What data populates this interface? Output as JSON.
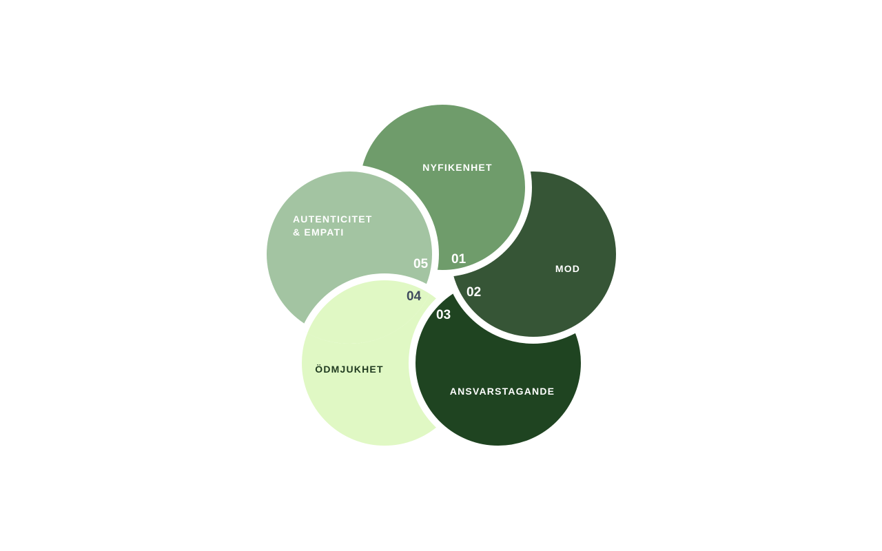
{
  "diagram": {
    "items": [
      {
        "number": "01",
        "label": "NYFIKENHET",
        "color": "#6f9c6b",
        "text_color": "#ffffff",
        "number_color": "#ffffff"
      },
      {
        "number": "02",
        "label": "MOD",
        "color": "#365536",
        "text_color": "#ffffff",
        "number_color": "#ffffff"
      },
      {
        "number": "03",
        "label": "ANSVARSTAGANDE",
        "color": "#1f4421",
        "text_color": "#ffffff",
        "number_color": "#ffffff"
      },
      {
        "number": "04",
        "label": "ÖDMJUKHET",
        "color": "#e0f8c4",
        "text_color": "#1f3a1f",
        "number_color": "#3f4a5e"
      },
      {
        "number": "05",
        "label_line1": "AUTENTICITET",
        "label_line2": "& EMPATI",
        "color": "#a3c4a2",
        "text_color": "#ffffff",
        "number_color": "#ffffff"
      }
    ]
  }
}
